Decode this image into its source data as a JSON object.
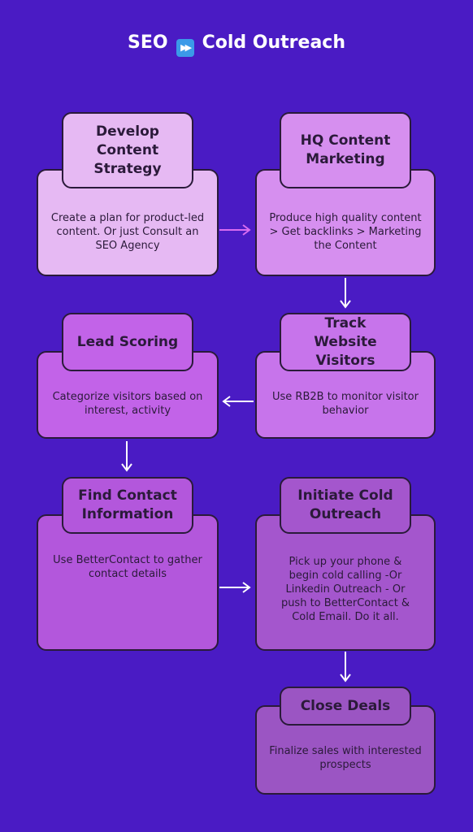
{
  "title": {
    "left": "SEO",
    "icon": "fast-forward-icon",
    "right": "Cold Outreach"
  },
  "colors": {
    "background": "#4a1bc4",
    "step1": "#e6b9f3",
    "step2": "#d68fef",
    "step3": "#c774eb",
    "step4": "#c263e8",
    "step5": "#b357dc",
    "step6": "#a456cd",
    "step7": "#9b55c3",
    "arrow": "#d86cf0"
  },
  "steps": [
    {
      "title": "Develop Content Strategy",
      "desc": "Create a plan for product-led content. Or just Consult an SEO Agency"
    },
    {
      "title": "HQ Content Marketing",
      "desc": "Produce high quality content > Get backlinks > Marketing the Content"
    },
    {
      "title": "Track Website Visitors",
      "desc": "Use RB2B to monitor visitor behavior"
    },
    {
      "title": "Lead Scoring",
      "desc": "Categorize visitors based on interest, activity"
    },
    {
      "title": "Find Contact Information",
      "desc": "Use BetterContact to gather contact details"
    },
    {
      "title": "Initiate Cold Outreach",
      "desc": "Pick up your phone & begin cold calling -Or Linkedin Outreach - Or push to BetterContact & Cold Email. Do it all."
    },
    {
      "title": "Close Deals",
      "desc": "Finalize sales with interested prospects"
    }
  ]
}
